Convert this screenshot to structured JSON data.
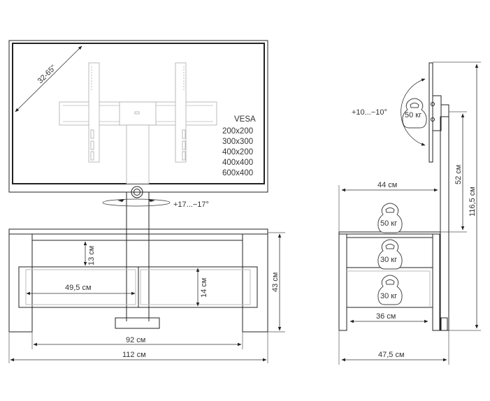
{
  "front_view": {
    "diagonal_label": "32-65\"",
    "vesa_title": "VESA",
    "vesa_sizes": [
      "200x200",
      "300x300",
      "400x200",
      "400x400",
      "600x400"
    ],
    "swivel_label": "+17...−17°",
    "shelf_gap_label": "13 см",
    "drawer_height_label": "14 см",
    "drawer_width_label": "49,5 см",
    "height_label": "43 см",
    "inner_width_label": "92 см",
    "total_width_label": "112 см"
  },
  "side_view": {
    "tilt_label": "+10...−10°",
    "mount_load": "50 кг",
    "top_shelf_load": "50 кг",
    "middle_shelf_load": "30 кг",
    "bottom_shelf_load": "30 кг",
    "shelf_depth_label": "44 см",
    "inner_depth_label": "36 см",
    "total_depth_label": "47,5 см",
    "mount_height_label": "52 см",
    "total_height_label": "116,5 см"
  }
}
